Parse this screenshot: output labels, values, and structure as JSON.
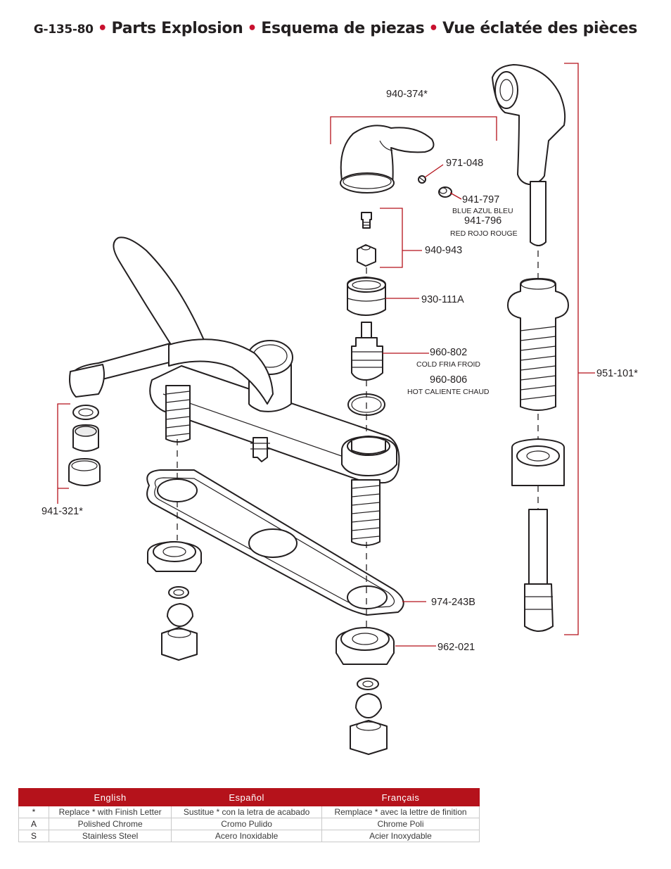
{
  "header": {
    "model": "G-135-80",
    "separator": "•",
    "title_en": "Parts Explosion",
    "title_es": "Esquema de piezas",
    "title_fr": "Vue éclatée des pièces"
  },
  "parts": {
    "handle": "940-374*",
    "set_screw": "971-048",
    "index_blue": "941-797",
    "index_blue_desc": "BLUE AZUL BLEU",
    "index_red": "941-796",
    "index_red_desc": "RED ROJO ROUGE",
    "screw_adapter": "940-943",
    "bonnet_nut": "930-111A",
    "cartridge_cold": "960-802",
    "cartridge_cold_desc": "COLD FRIA FROID",
    "cartridge_hot": "960-806",
    "cartridge_hot_desc": "HOT CALIENTE CHAUD",
    "spray_assembly": "951-101*",
    "aerator": "941-321*",
    "gasket": "974-243B",
    "mounting_nut": "962-021"
  },
  "colors": {
    "accent": "#b5121b",
    "ink": "#231f20"
  },
  "legend": {
    "headers": [
      "English",
      "Español",
      "Français"
    ],
    "rows": [
      {
        "key": "*",
        "en": "Replace * with Finish Letter",
        "es": "Sustitue * con la letra de acabado",
        "fr": "Remplace * avec la lettre de finition"
      },
      {
        "key": "A",
        "en": "Polished Chrome",
        "es": "Cromo Pulido",
        "fr": "Chrome Poli"
      },
      {
        "key": "S",
        "en": "Stainless Steel",
        "es": "Acero Inoxidable",
        "fr": "Acier Inoxydable"
      }
    ]
  }
}
